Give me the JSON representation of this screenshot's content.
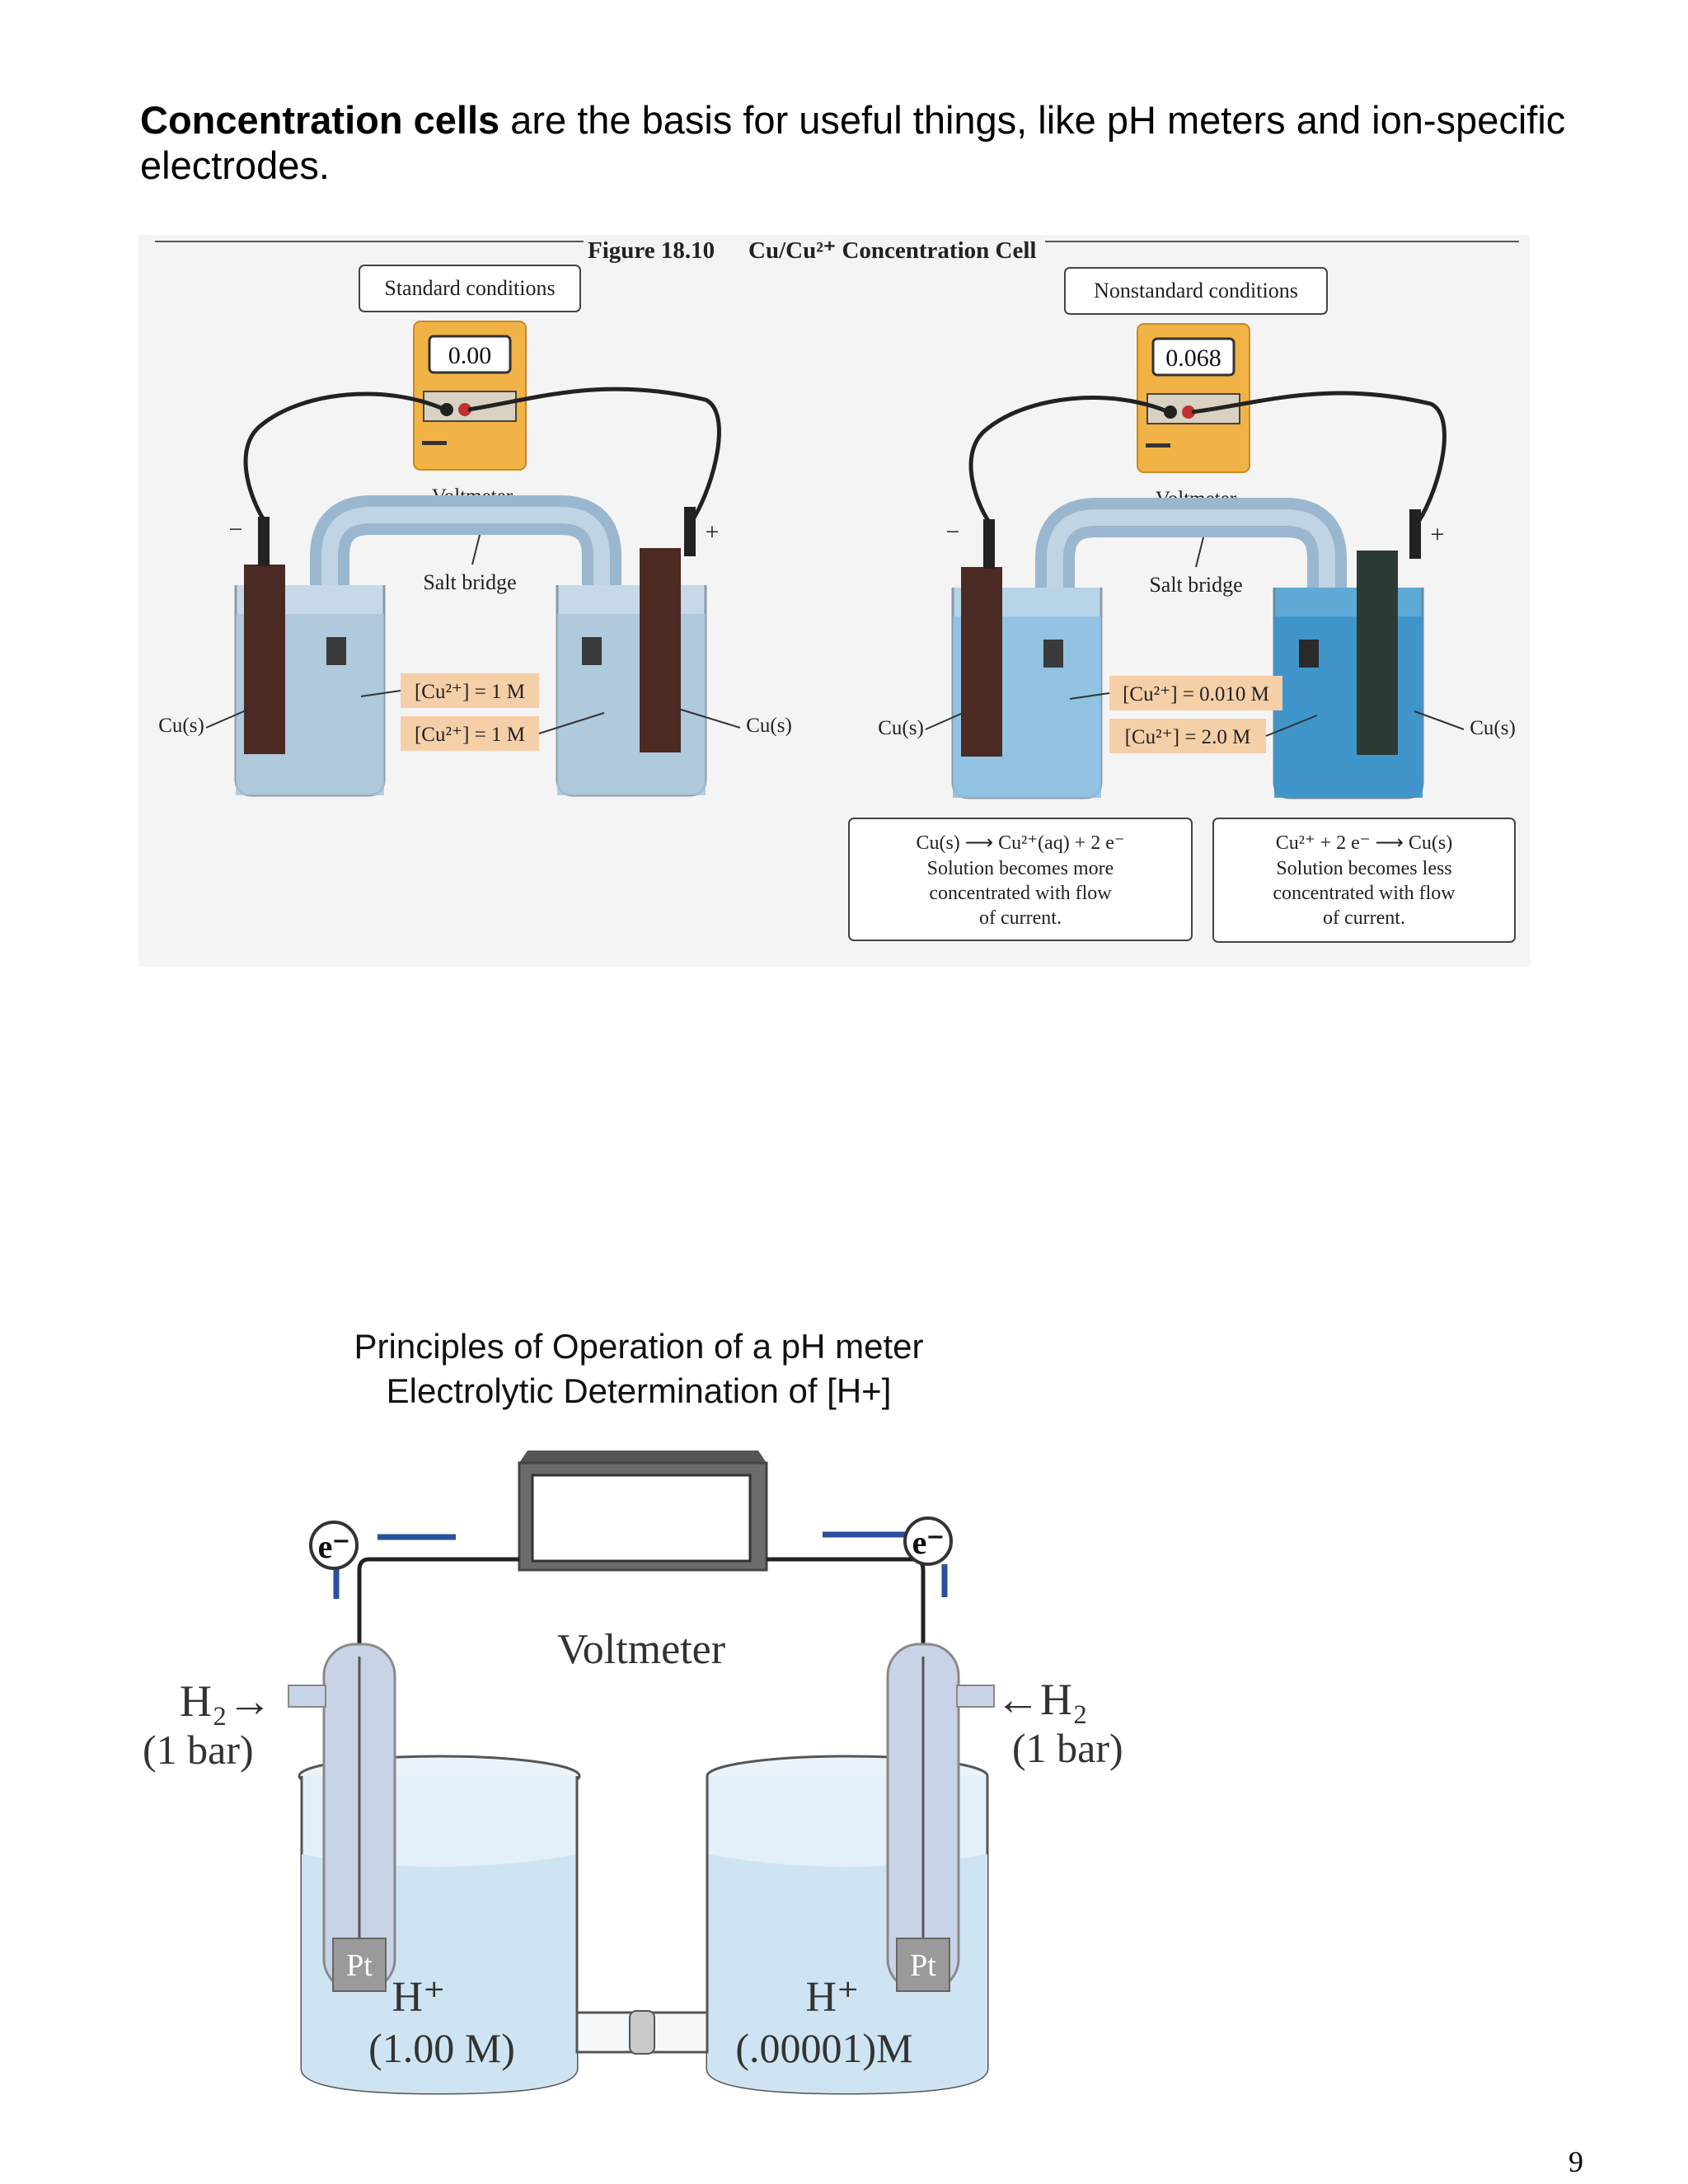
{
  "intro": {
    "bold": "Concentration cells",
    "rest": " are the basis for useful things, like pH meters and ion-specific electrodes."
  },
  "figure1": {
    "number": "Figure 18.10",
    "title": "Cu/Cu²⁺ Concentration Cell",
    "left": {
      "condition": "Standard conditions",
      "reading": "0.00",
      "voltmeter": "Voltmeter",
      "salt_bridge": "Salt bridge",
      "conc_top": "[Cu²⁺] = 1 M",
      "conc_bottom": "[Cu²⁺] = 1 M",
      "electrode_left": "Cu(s)",
      "electrode_right": "Cu(s)",
      "minus": "−",
      "plus": "+"
    },
    "right": {
      "condition": "Nonstandard conditions",
      "reading": "0.068",
      "voltmeter": "Voltmeter",
      "salt_bridge": "Salt bridge",
      "conc_top": "[Cu²⁺] = 0.010 M",
      "conc_bottom": "[Cu²⁺] = 2.0 M",
      "electrode_left": "Cu(s)",
      "electrode_right": "Cu(s)",
      "minus": "−",
      "plus": "+"
    },
    "anode_box": {
      "equation": "Cu(s) ⟶ Cu²⁺(aq) + 2 e⁻",
      "line1": "Solution becomes more",
      "line2": "concentrated with flow",
      "line3": "of current."
    },
    "cathode_box": {
      "equation": "Cu²⁺ + 2 e⁻ ⟶ Cu(s)",
      "line1": "Solution becomes less",
      "line2": "concentrated with flow",
      "line3": "of current."
    }
  },
  "figure2": {
    "title1": "Principles of Operation of a pH meter",
    "title2": "Electrolytic Determination of  [H+]",
    "voltmeter": "Voltmeter",
    "electron": "e⁻",
    "h2_left": "H₂→",
    "h2_right": "←H₂",
    "pressure": "(1 bar)",
    "pt": "Pt",
    "ion": "H⁺",
    "conc_left": "(1.00 M)",
    "conc_right": "(.00001)M"
  },
  "page_number": "9"
}
